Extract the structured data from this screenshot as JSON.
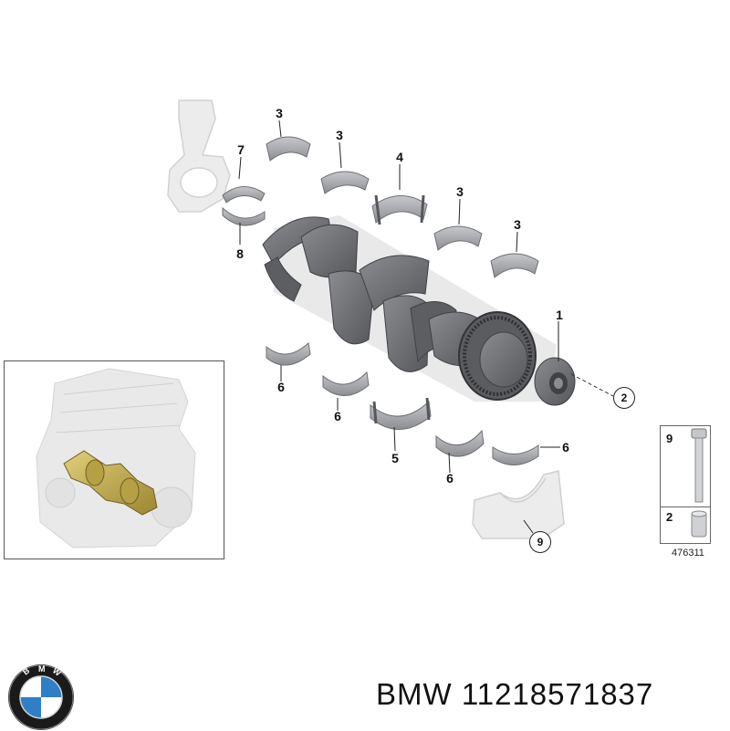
{
  "callouts": {
    "c1": "1",
    "c2": "2",
    "c3a": "3",
    "c3b": "3",
    "c3c": "3",
    "c3d": "3",
    "c4": "4",
    "c5": "5",
    "c6a": "6",
    "c6b": "6",
    "c6c": "6",
    "c6d": "6",
    "c7": "7",
    "c8": "8",
    "c9": "9"
  },
  "parts_box": {
    "top_number": "9",
    "bottom_number": "2"
  },
  "diagram_id": "476311",
  "footer": {
    "brand": "BMW",
    "part_number": "11218571837",
    "full_text": "BMW 11218571837"
  },
  "logo": {
    "letters": "BMW",
    "colors": {
      "ring": "#1a1a1a",
      "blue": "#2f7fc7",
      "white": "#ffffff"
    }
  },
  "colors": {
    "shell": "#aeb0b3",
    "crank": "#6e7074",
    "crank_dark": "#4a4c50",
    "ghost": "#e4e4e4",
    "highlight": "#c9b24a"
  }
}
